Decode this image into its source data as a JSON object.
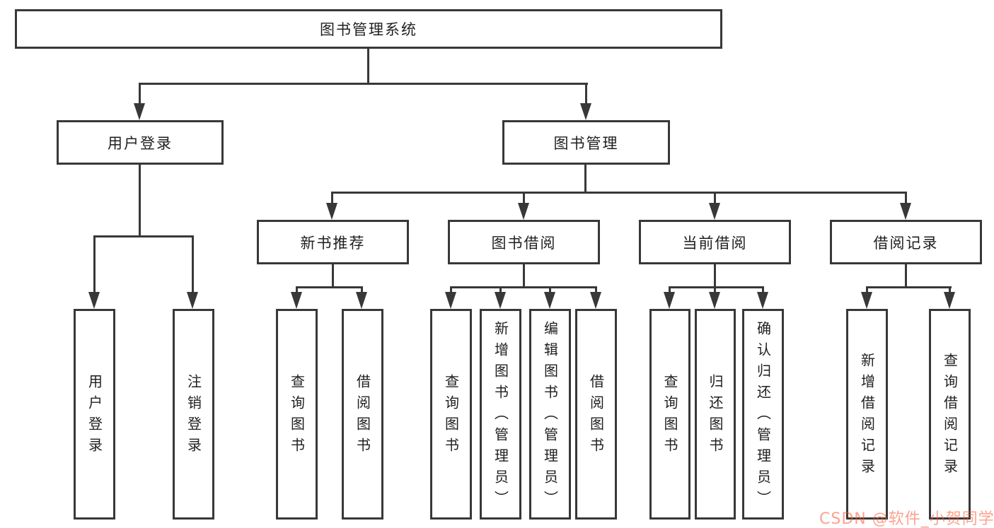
{
  "nodes": {
    "root": {
      "label": "图书管理系统"
    },
    "user_login": {
      "label": "用户登录"
    },
    "book_mgmt": {
      "label": "图书管理"
    },
    "new_book_rec": {
      "label": "新书推荐"
    },
    "book_borrow": {
      "label": "图书借阅"
    },
    "current_borrow": {
      "label": "当前借阅"
    },
    "borrow_record": {
      "label": "借阅记录"
    },
    "leaves_user_login": [
      "用户登录",
      "注销登录"
    ],
    "leaves_new_book_rec": [
      "查询图书",
      "借阅图书"
    ],
    "leaves_book_borrow": [
      "查询图书",
      "新增图书（管理员）",
      "编辑图书（管理员）",
      "借阅图书"
    ],
    "leaves_current_borrow": [
      "查询图书",
      "归还图书",
      "确认归还（管理员）"
    ],
    "leaves_borrow_record": [
      "新增借阅记录",
      "查询借阅记录"
    ]
  },
  "watermark": {
    "text": "CSDN @软件_小贺同学",
    "color_hex": "#FC5531"
  },
  "colors": {
    "line": "#383838",
    "box_border": "#383838",
    "box_fill": "#ffffff",
    "text": "#1f1f1f",
    "background": "#ffffff"
  }
}
